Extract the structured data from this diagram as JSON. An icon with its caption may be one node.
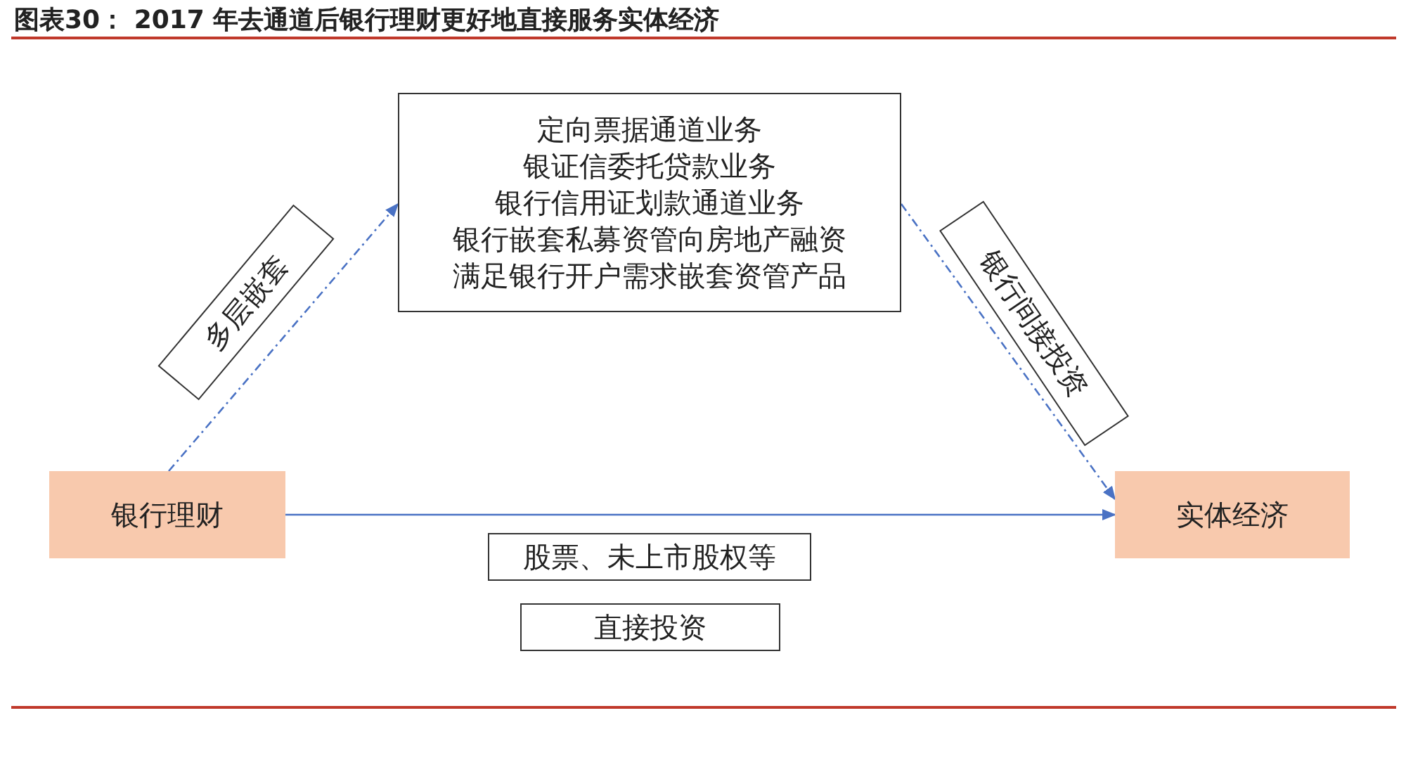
{
  "diagram": {
    "title": "图表30： 2017 年去通道后银行理财更好地直接服务实体经济",
    "nodes": [
      {
        "text": [
          "银行理财"
        ]
      },
      {
        "text": [
          "定向票据通道业务",
          "银证信委托贷款业务",
          "银行信用证划款通道业务",
          "银行嵌套私募资管向房地产融资",
          "满足银行开户需求嵌套资管产品"
        ]
      },
      {
        "text": [
          "实体经济"
        ]
      }
    ],
    "edges": [
      {
        "from": 0,
        "to": 1,
        "arrow": "to",
        "label": "多层嵌套",
        "style": "dashed"
      },
      {
        "from": 1,
        "to": 2,
        "arrow": "to",
        "label": "银行间接投资",
        "style": "dashed"
      },
      {
        "from": 0,
        "to": 2,
        "arrow": "to",
        "label": "股票、未上市股权等"
      }
    ],
    "labels": [
      "直接投资"
    ]
  }
}
